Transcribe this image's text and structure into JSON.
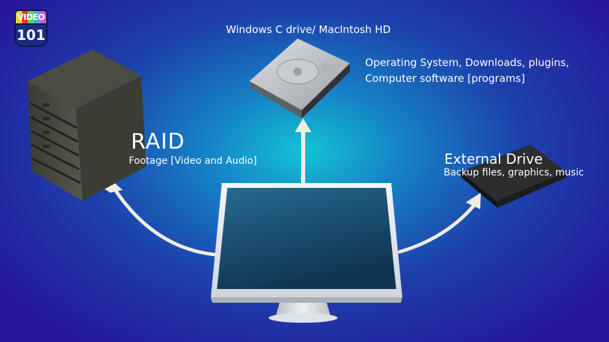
{
  "logo": {
    "top": "VIDEO",
    "bottom": "101"
  },
  "nodes": {
    "c_drive": {
      "title": "Windows C drive/ MacIntosh HD",
      "desc_line1": "Operating System, Downloads, plugins,",
      "desc_line2": "Computer software [programs]"
    },
    "raid": {
      "title": "RAID",
      "desc": "Footage [Video and Audio]"
    },
    "external_drive": {
      "title": "External Drive",
      "desc": "Backup files, graphics, music"
    }
  },
  "colors": {
    "arrow": "#f2ede4",
    "background_center": "#12c3d3",
    "background_edge": "#26179a"
  }
}
